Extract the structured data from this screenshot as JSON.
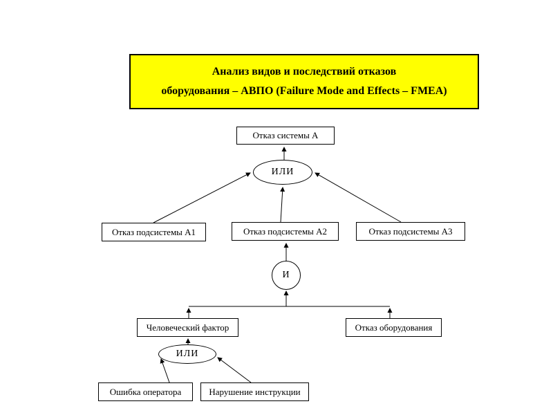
{
  "title": {
    "line1": "Анализ видов и последствий отказов",
    "line2": "оборудования – АВПО (Failure Mode and Effects – FMEA)"
  },
  "nodes": {
    "system": "Отказ системы А",
    "sub1": "Отказ подсистемы А1",
    "sub2": "Отказ подсистемы А2",
    "sub3": "Отказ подсистемы А3",
    "human": "Человеческий фактор",
    "equipment": "Отказ оборудования",
    "operator_error": "Ошибка оператора",
    "instruction_violation": "Нарушение инструкции"
  },
  "gates": {
    "or_top": "ИЛИ",
    "and_mid": "И",
    "or_bottom": "ИЛИ"
  },
  "colors": {
    "title_bg": "#ffff00",
    "stroke": "#000000",
    "background": "#ffffff"
  }
}
